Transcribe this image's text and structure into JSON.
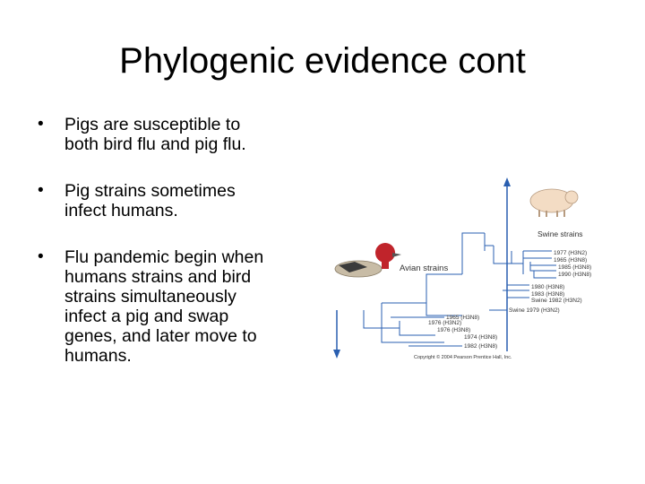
{
  "slide": {
    "title": "Phylogenic evidence cont"
  },
  "bullets": [
    {
      "text": "Pigs are susceptible to\nboth bird flu and pig flu."
    },
    {
      "text": "Pig strains sometimes\ninfect humans."
    },
    {
      "text": "Flu pandemic begin when\nhumans strains and bird\nstrains simultaneously\ninfect a pig and swap\ngenes, and later move to\nhumans."
    }
  ],
  "figure": {
    "swine_label": "Swine strains",
    "avian_label": "Avian strains",
    "copyright": "Copyright © 2004 Pearson Prentice Hall, Inc.",
    "swine_leaves": [
      "1977 (H3N2)",
      "1965 (H3N8)",
      "1985 (H3N8)",
      "1990 (H3N8)",
      "1980 (H3N8)",
      "1983 (H3N8)",
      "Swine 1982 (H3N2)",
      "Swine 1979 (H3N2)"
    ],
    "avian_leaves": [
      "1965 (H3N8)",
      "1976 (H3N2)",
      "1976 (H3N8)",
      "1974 (H3N8)",
      "1982 (H3N8)"
    ],
    "colors": {
      "tree": "#2a5fb0",
      "arrow": "#2a5fb0",
      "pig": "#f3dcc4",
      "duck_head": "#c0242b",
      "duck_body": "#c8bca6"
    }
  }
}
